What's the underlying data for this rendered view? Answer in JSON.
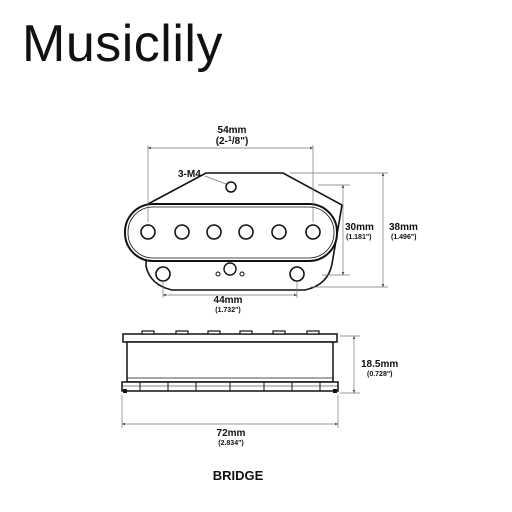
{
  "brand": "Musiclily",
  "caption": "BRIDGE",
  "top_view": {
    "pole_count": 6,
    "screw_label": "3-M4",
    "width_top": {
      "metric": "54mm",
      "imperial": "(2-",
      "frac_num": "1",
      "frac_den": "/8",
      "imperial_end": "\")"
    },
    "screw_spacing": {
      "metric": "44mm",
      "imperial": "(1.732\")"
    },
    "body_height": {
      "metric": "30mm",
      "imperial": "(1.181\")"
    },
    "total_height": {
      "metric": "38mm",
      "imperial": "(1.496\")"
    }
  },
  "side_view": {
    "height": {
      "metric": "18.5mm",
      "imperial": "(0.728\")"
    },
    "base_width": {
      "metric": "72mm",
      "imperial": "(2.834\")"
    }
  }
}
